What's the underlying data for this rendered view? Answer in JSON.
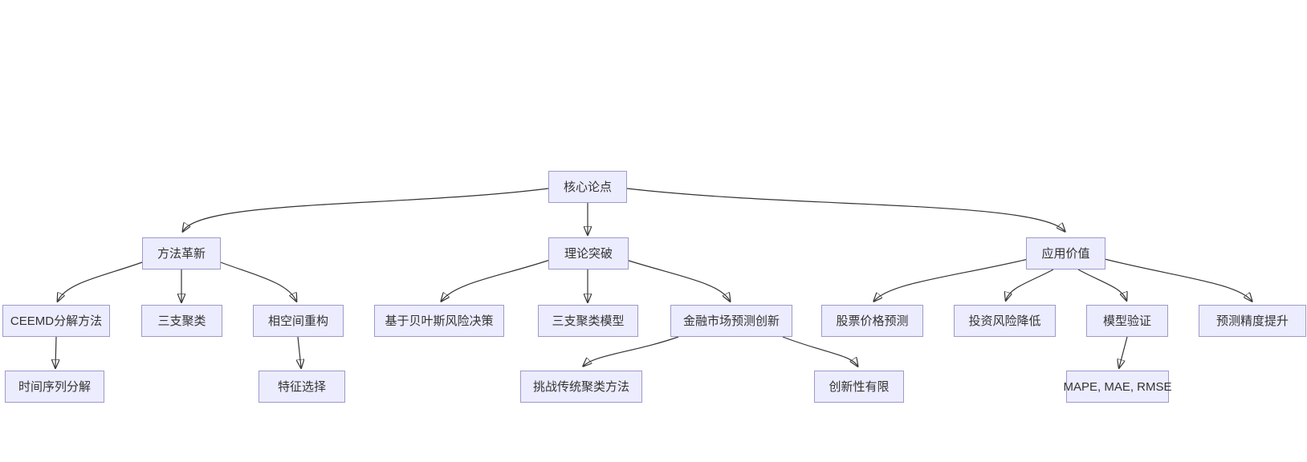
{
  "diagram": {
    "type": "flowchart",
    "direction": "top-down",
    "colors": {
      "background": "#FFFFFF",
      "node_fill": "#ECECFF",
      "node_border": "#9C9AC9",
      "node_text": "#333333",
      "edge": "#333333"
    }
  },
  "nodes": {
    "core": {
      "label": "核心论点"
    },
    "method": {
      "label": "方法革新"
    },
    "theory": {
      "label": "理论突破"
    },
    "application": {
      "label": "应用价值"
    },
    "ceemd": {
      "label": "CEEMD分解方法"
    },
    "threeway": {
      "label": "三支聚类"
    },
    "phase": {
      "label": "相空间重构"
    },
    "bayes": {
      "label": "基于贝叶斯风险决策"
    },
    "twcmodel": {
      "label": "三支聚类模型"
    },
    "finmarket": {
      "label": "金融市场预测创新"
    },
    "stock": {
      "label": "股票价格预测"
    },
    "risk": {
      "label": "投资风险降低"
    },
    "validation": {
      "label": "模型验证"
    },
    "accuracy": {
      "label": "预测精度提升"
    },
    "tsdecomp": {
      "label": "时间序列分解"
    },
    "feature": {
      "label": "特征选择"
    },
    "challenge": {
      "label": "挑战传统聚类方法"
    },
    "limited": {
      "label": "创新性有限"
    },
    "metrics": {
      "label": "MAPE, MAE, RMSE"
    }
  },
  "edges": [
    {
      "from": "core",
      "to": "method"
    },
    {
      "from": "core",
      "to": "theory"
    },
    {
      "from": "core",
      "to": "application"
    },
    {
      "from": "method",
      "to": "ceemd"
    },
    {
      "from": "method",
      "to": "threeway"
    },
    {
      "from": "method",
      "to": "phase"
    },
    {
      "from": "ceemd",
      "to": "tsdecomp"
    },
    {
      "from": "phase",
      "to": "feature"
    },
    {
      "from": "theory",
      "to": "bayes"
    },
    {
      "from": "theory",
      "to": "twcmodel"
    },
    {
      "from": "theory",
      "to": "finmarket"
    },
    {
      "from": "finmarket",
      "to": "challenge"
    },
    {
      "from": "finmarket",
      "to": "limited"
    },
    {
      "from": "application",
      "to": "stock"
    },
    {
      "from": "application",
      "to": "risk"
    },
    {
      "from": "application",
      "to": "validation"
    },
    {
      "from": "application",
      "to": "accuracy"
    },
    {
      "from": "validation",
      "to": "metrics"
    }
  ]
}
